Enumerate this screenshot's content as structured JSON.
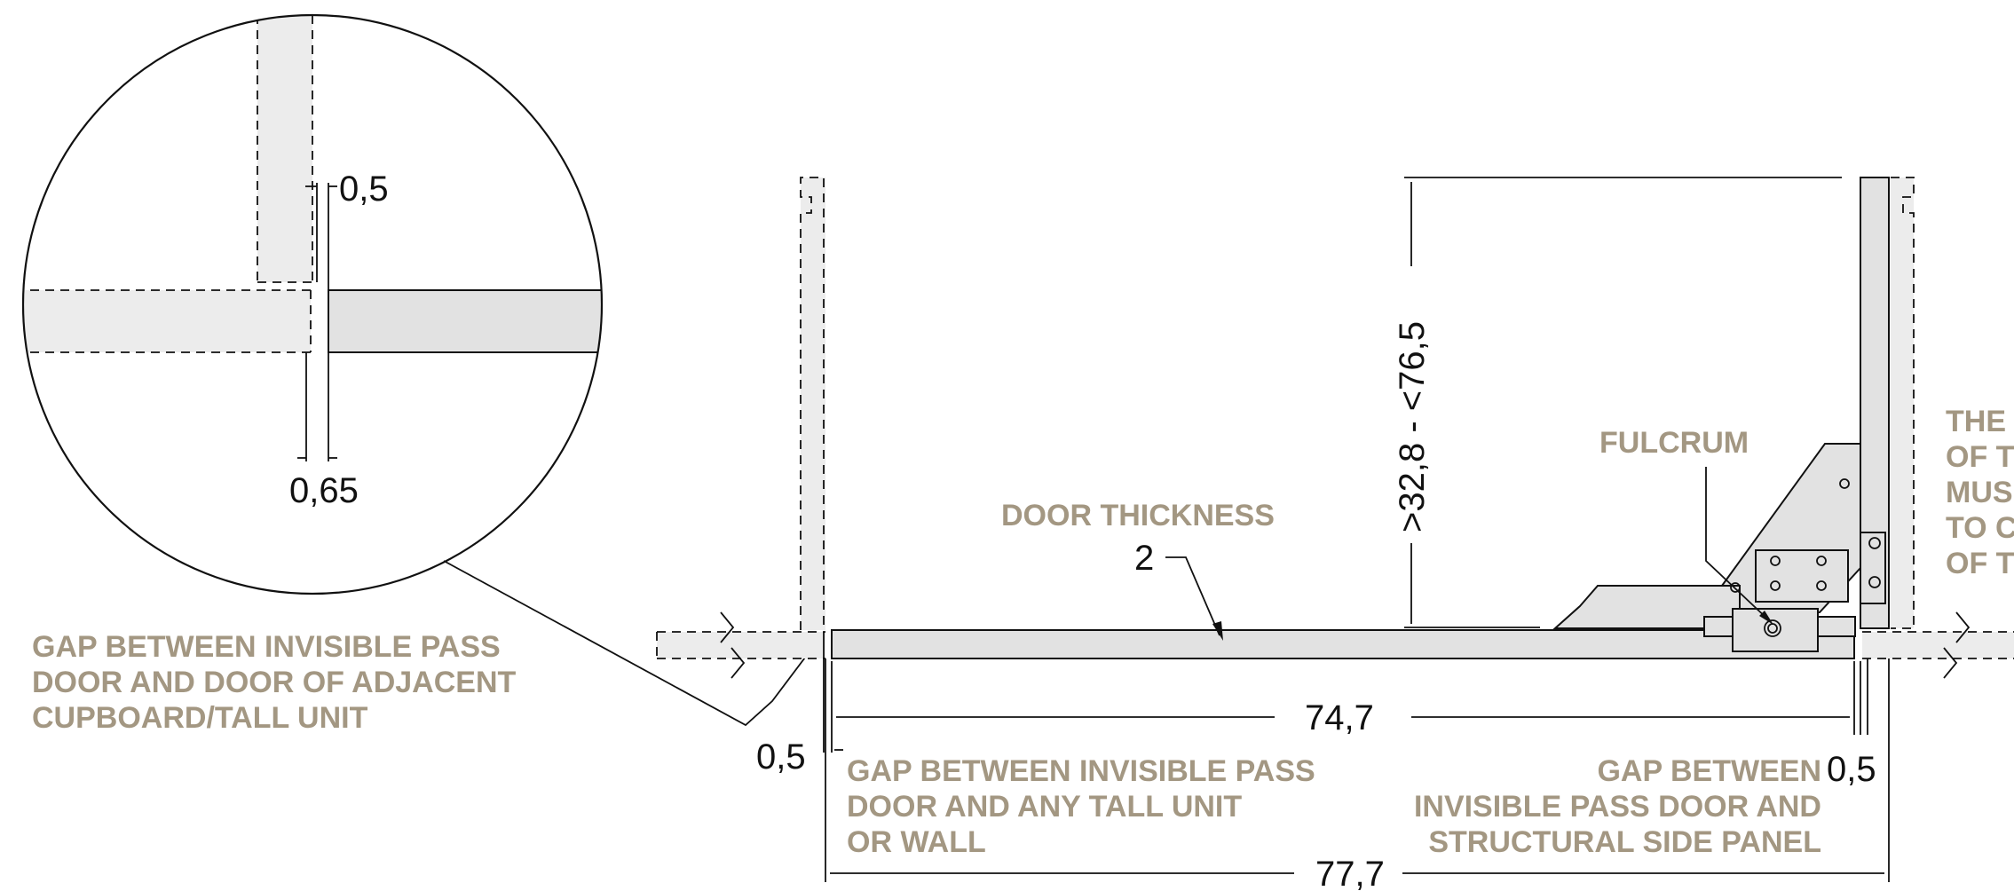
{
  "colors": {
    "label": "#a39782",
    "ink": "#111111",
    "panel_fill": "#e2e2e2",
    "ghost_fill": "#ececec"
  },
  "detail": {
    "top_gap": "0,5",
    "bottom_gap": "0,65"
  },
  "dimensions": {
    "door_thickness_value": "2",
    "clearance_range": ">32,8 - <76,5",
    "door_width": "74,7",
    "overall_width": "77,7",
    "left_gap": "0,5",
    "right_gap": "0,5"
  },
  "labels": {
    "door_thickness": "DOOR THICKNESS",
    "fulcrum": "FULCRUM",
    "gap_adjacent": [
      "GAP BETWEEN INVISIBLE PASS",
      "DOOR AND DOOR OF ADJACENT",
      "CUPBOARD/TALL UNIT"
    ],
    "gap_tall_unit": [
      "GAP BETWEEN INVISIBLE PASS",
      "DOOR AND ANY TALL UNIT",
      "OR WALL"
    ],
    "gap_structural": [
      "GAP BETWEEN",
      "INVISIBLE PASS DOOR AND",
      "STRUCTURAL SIDE PANEL"
    ],
    "right_note": [
      "THE",
      "OF T",
      "MUS",
      "TO C",
      "OF T"
    ]
  }
}
